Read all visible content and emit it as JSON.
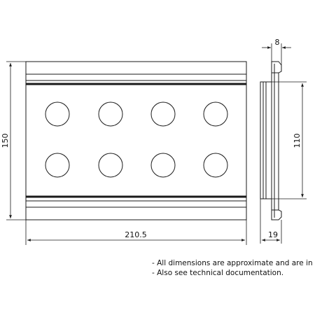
{
  "dimensions": {
    "front_width": "210.5",
    "front_height": "150",
    "side_thickness": "8",
    "side_depth": "19",
    "side_height": "110"
  },
  "notes": [
    "- All dimensions are approximate and are in",
    "- Also see technical documentation."
  ],
  "front_view": {
    "rows": 2,
    "holes_per_row": 4
  },
  "colors": {
    "line": "#1a1a1a",
    "plate_fill": "#ffffff"
  }
}
